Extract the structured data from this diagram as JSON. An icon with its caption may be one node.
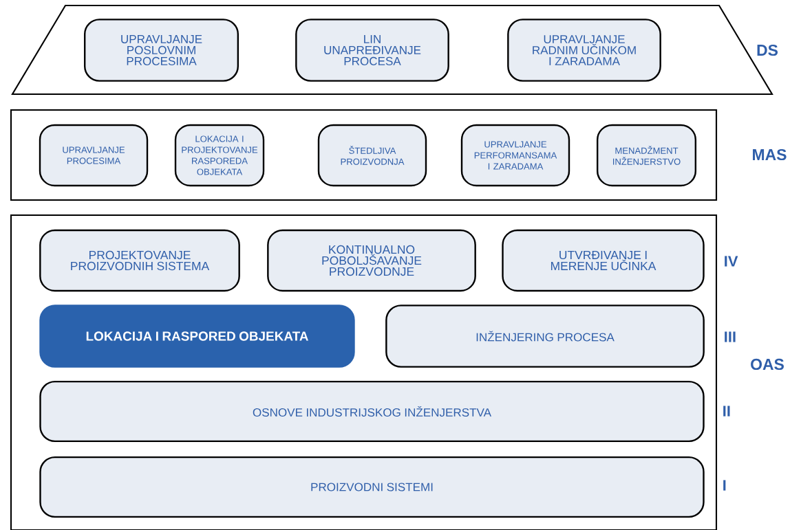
{
  "diagram": {
    "nodes": [
      {
        "text": [
          "DS"
        ]
      },
      {
        "text": [
          "UPRAVLJANJE POSLOVNIM PROCESIMA"
        ],
        "in": 0
      },
      {
        "text": [
          "LIN UNAPREĐIVANJE PROCESA"
        ],
        "in": 0
      },
      {
        "text": [
          "UPRAVLJANJE RADNIM UČINKOM I ZARADAMA"
        ],
        "in": 0
      },
      {
        "text": [
          "MAS"
        ]
      },
      {
        "text": [
          "UPRAVLJANJE PROCESIMA"
        ],
        "in": 4
      },
      {
        "text": [
          "LOKACIJA I PROJEKTOVANJE RASPOREDA OBJEKATA"
        ],
        "in": 4
      },
      {
        "text": [
          "ŠTEDLJIVA PROIZVODNJA"
        ],
        "in": 4
      },
      {
        "text": [
          "UPRAVLJANJE PERFORMANSAMA I ZARADAMA"
        ],
        "in": 4
      },
      {
        "text": [
          "MENADŽMENT INŽENJERSTVO"
        ],
        "in": 4
      },
      {
        "text": [
          "OAS"
        ]
      },
      {
        "text": [
          "PROJEKTOVANJE PROIZVODNIH SISTEMA"
        ],
        "in": 10
      },
      {
        "text": [
          "KONTINUALNO POBOLJŠAVANJE PROIZVODNJE"
        ],
        "in": 10
      },
      {
        "text": [
          "UTVRĐIVANJE I MERENJE UČINKA"
        ],
        "in": 10
      },
      {
        "text": [
          "LOKACIJA I RASPORED OBJEKATA"
        ],
        "in": 10
      },
      {
        "text": [
          "INŽENJERING PROCESA"
        ],
        "in": 10
      },
      {
        "text": [
          "OSNOVE INDUSTRIJSKOG INŽENJERSTVA"
        ],
        "in": 10
      },
      {
        "text": [
          "PROIZVODNI SISTEMI"
        ],
        "in": 10
      }
    ],
    "labels": [
      "IV",
      "III",
      "II",
      "I"
    ]
  }
}
